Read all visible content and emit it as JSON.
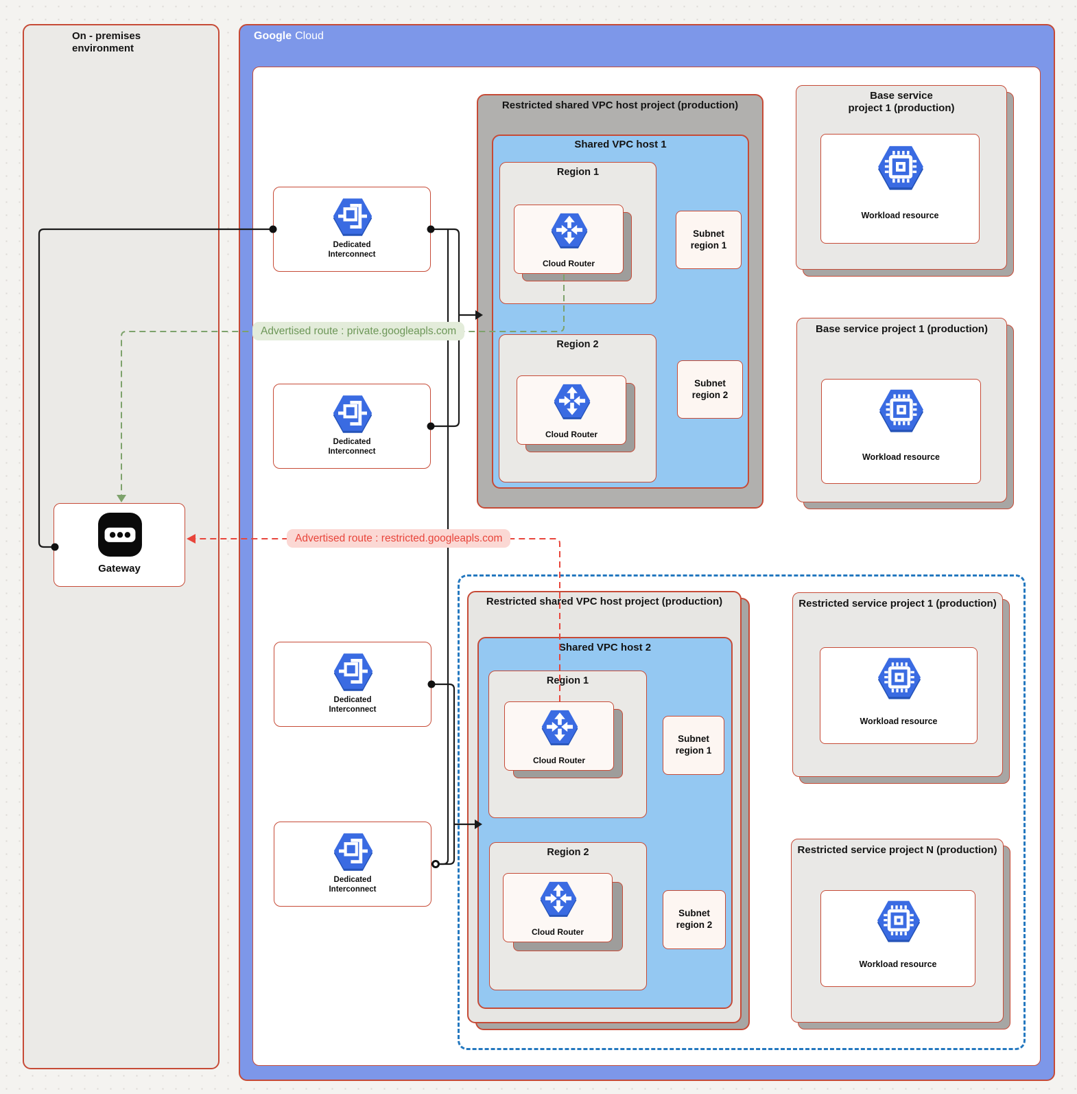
{
  "on_premises": {
    "title_line1": "On - premises",
    "title_line2": "environment",
    "gateway_label": "Gateway"
  },
  "google_cloud": {
    "brand_bold": "Google",
    "brand_light": "Cloud"
  },
  "labels": {
    "cloud_router": "Cloud Router",
    "workload": "Workload resource",
    "interconnect_line1": "Dedicated",
    "interconnect_line2": "Interconnect",
    "subnet": "Subnet",
    "region1_sub": "region 1",
    "region2_sub": "region 2"
  },
  "host1": {
    "title": "Restricted shared VPC host project (production)",
    "vpc_title": "Shared VPC host 1",
    "region1_title": "Region 1",
    "region2_title": "Region 2"
  },
  "host2": {
    "title": "Restricted shared VPC host project (production)",
    "vpc_title": "Shared VPC host 2",
    "region1_title": "Region 1",
    "region2_title": "Region 2"
  },
  "projects": {
    "base_top": {
      "title_line1": "Base service",
      "title_line2": "project 1 (production)"
    },
    "base_mid": {
      "title": "Base service project 1 (production)"
    },
    "restricted_1": {
      "title": "Restricted service project 1 (production)"
    },
    "restricted_n": {
      "title": "Restricted service project N (production)"
    }
  },
  "routes": {
    "private": "Advertised route : private.googleapls.com",
    "restricted": "Advertised route : restricted.googleapls.com"
  },
  "colors": {
    "border_red": "#c64a36",
    "google_cloud_blue": "#7d97e9",
    "shared_vpc_blue": "#94c8f2",
    "host_project_gray": "#b1b0ae",
    "host_project_light_gray": "#e7e6e3",
    "region_gray": "#eae9e6",
    "perimeter_dashed_blue": "#2478bf",
    "route_green": "#6d9758",
    "route_red": "#e8453b",
    "icon_blue": "#3a6be2"
  }
}
